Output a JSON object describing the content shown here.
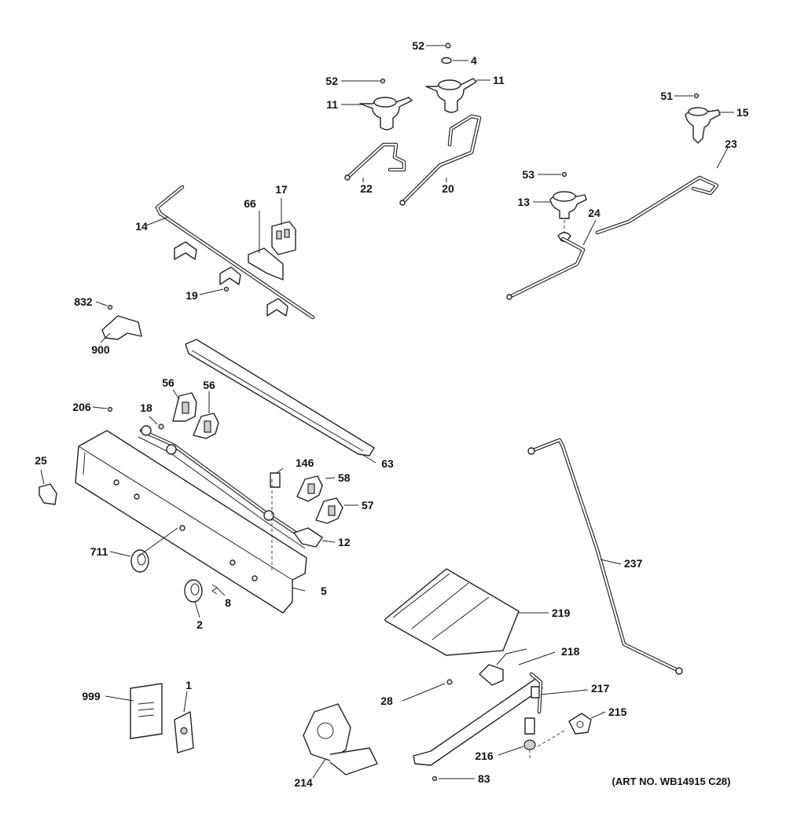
{
  "diagram": {
    "art_note": "(ART NO. WB14915 C28)",
    "callouts": {
      "p1": "1",
      "p2": "2",
      "p4": "4",
      "p5": "5",
      "p8": "8",
      "p11a": "11",
      "p11b": "11",
      "p12": "12",
      "p13": "13",
      "p14": "14",
      "p15": "15",
      "p17": "17",
      "p18": "18",
      "p19": "19",
      "p20": "20",
      "p22": "22",
      "p23": "23",
      "p24": "24",
      "p25": "25",
      "p28": "28",
      "p51": "51",
      "p52a": "52",
      "p52b": "52",
      "p53": "53",
      "p56a": "56",
      "p56b": "56",
      "p57": "57",
      "p58": "58",
      "p63": "63",
      "p66": "66",
      "p83": "83",
      "p146": "146",
      "p206": "206",
      "p214": "214",
      "p215": "215",
      "p216": "216",
      "p217": "217",
      "p218": "218",
      "p219": "219",
      "p237": "237",
      "p711": "711",
      "p832": "832",
      "p900": "900",
      "p999": "999"
    }
  }
}
